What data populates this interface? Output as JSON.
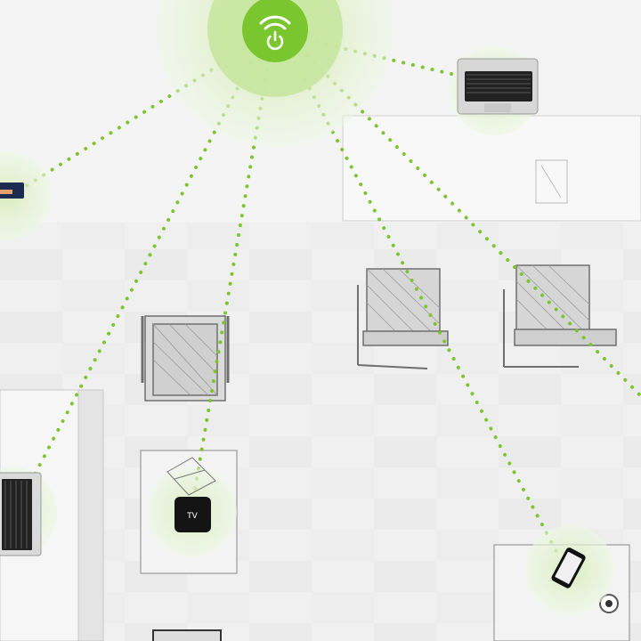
{
  "scene": {
    "description_free_colors": {
      "accent": "#79c62e",
      "halo_inner": "#cbe7a6",
      "halo_outer": "#e7f3d8",
      "floor": "#eeeeee",
      "furniture_line": "#8a8a8a",
      "device_dark": "#1b1b1b"
    },
    "hub": {
      "icon": "wifi-power-icon"
    },
    "devices": [
      {
        "id": "laptop-top-right",
        "icon": "laptop-icon"
      },
      {
        "id": "card-left",
        "icon": "card-device-icon"
      },
      {
        "id": "laptop-bottom-left",
        "icon": "laptop-icon"
      },
      {
        "id": "apple-tv",
        "icon": "apple-tv-icon",
        "label": "TV"
      },
      {
        "id": "phone",
        "icon": "smartphone-icon"
      }
    ]
  }
}
